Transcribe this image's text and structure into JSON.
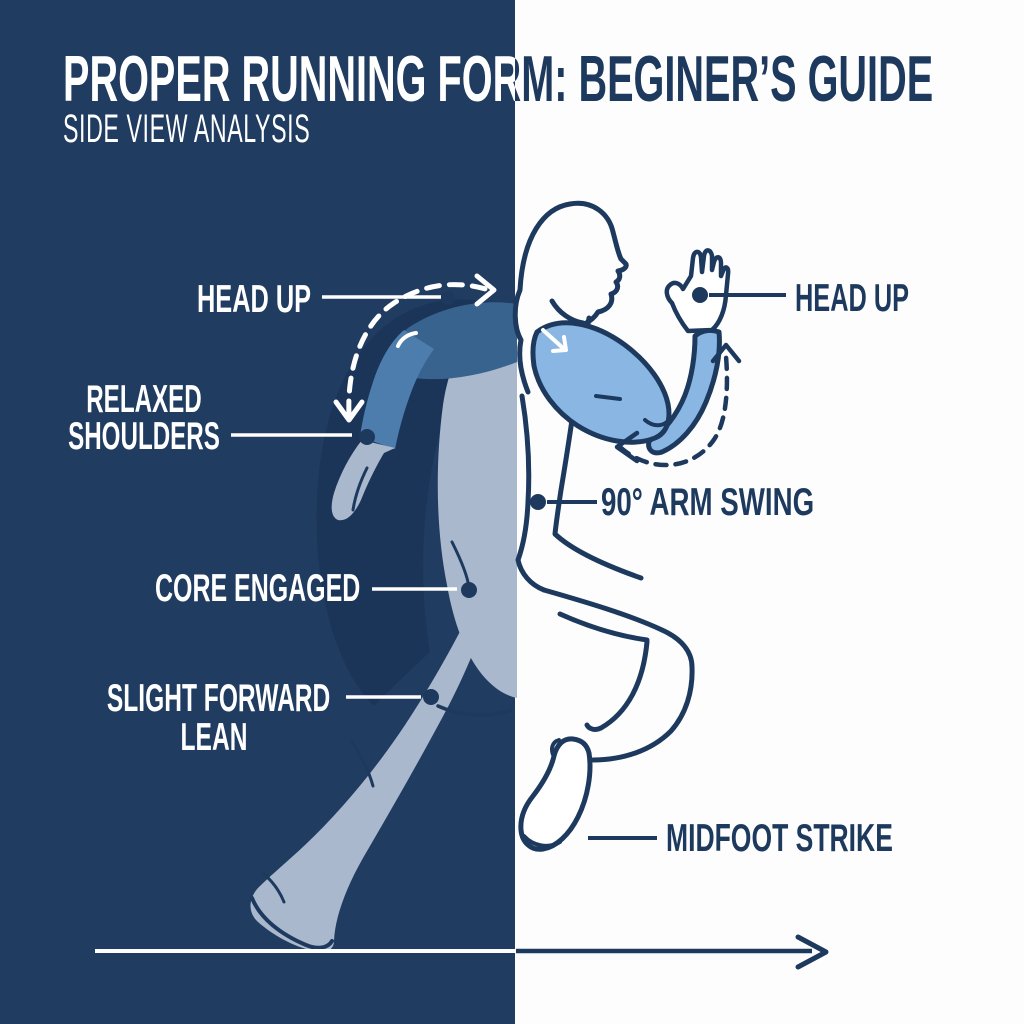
{
  "header": {
    "title": "PROPER RUNNING FORM: BEGINER’S GUIDE",
    "subtitle": "SIDE VIEW ANALYSIS"
  },
  "callouts": {
    "left": [
      {
        "id": "head-up-left",
        "lines": [
          "HEAD UP"
        ]
      },
      {
        "id": "relaxed-shoulders",
        "lines": [
          "RELAXED",
          "SHOULDERS"
        ]
      },
      {
        "id": "core-engaged",
        "lines": [
          "CORE ENGAGED"
        ]
      },
      {
        "id": "slight-forward-lean",
        "lines": [
          "SLIGHT FORWARD",
          "LEAN"
        ]
      }
    ],
    "right": [
      {
        "id": "head-up-right",
        "lines": [
          "HEAD UP"
        ]
      },
      {
        "id": "arm-swing",
        "lines": [
          "90° ARM SWING"
        ]
      },
      {
        "id": "midfoot-strike",
        "lines": [
          "MIDFOOT STRIKE"
        ]
      }
    ]
  },
  "figure": {
    "description": "Side-view running figure, rear half as light silhouette on navy panel, front half as navy outline on white panel",
    "motion_arrows": [
      "arm-swing-arc-rear",
      "arm-swing-arc-front",
      "ground-direction-arrow-right"
    ]
  },
  "colors": {
    "panel_navy": "#203c60",
    "ink_navy": "#1d3a5e",
    "torso_shadow_navy": "#1b3558",
    "silhouette_gray_blue": "#a9b8cd",
    "rear_arm_blue": "#4d7dad",
    "rear_arm_shadow_blue": "#38638f",
    "front_arm_blue": "#8ab6e3",
    "white": "#ffffff"
  }
}
